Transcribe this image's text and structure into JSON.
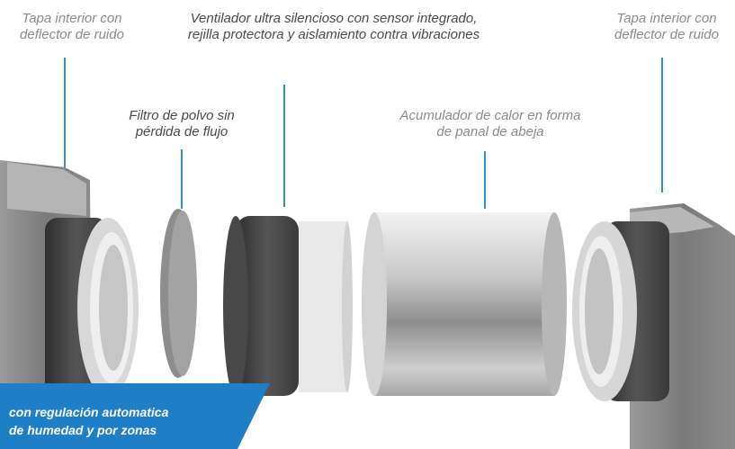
{
  "labels": {
    "left_cover": "Tapa interior con deflector de ruido",
    "fan": "Ventilador ultra silencioso con sensor integrado, rejilla protectora y aislamiento contra vibraciones",
    "filter": "Filtro de polvo sin pérdida de flujo",
    "accumulator_line1": "Acumulador de calor en forma",
    "accumulator_line2": "de panal de abeja",
    "right_cover": "Tapa interior con deflector de ruido"
  },
  "banner": {
    "line1": "con regulación  automatica",
    "line2": "de humedad y por zonas"
  },
  "colors": {
    "leader_line": "#2f8fd1",
    "banner": "#1e7fc7"
  }
}
